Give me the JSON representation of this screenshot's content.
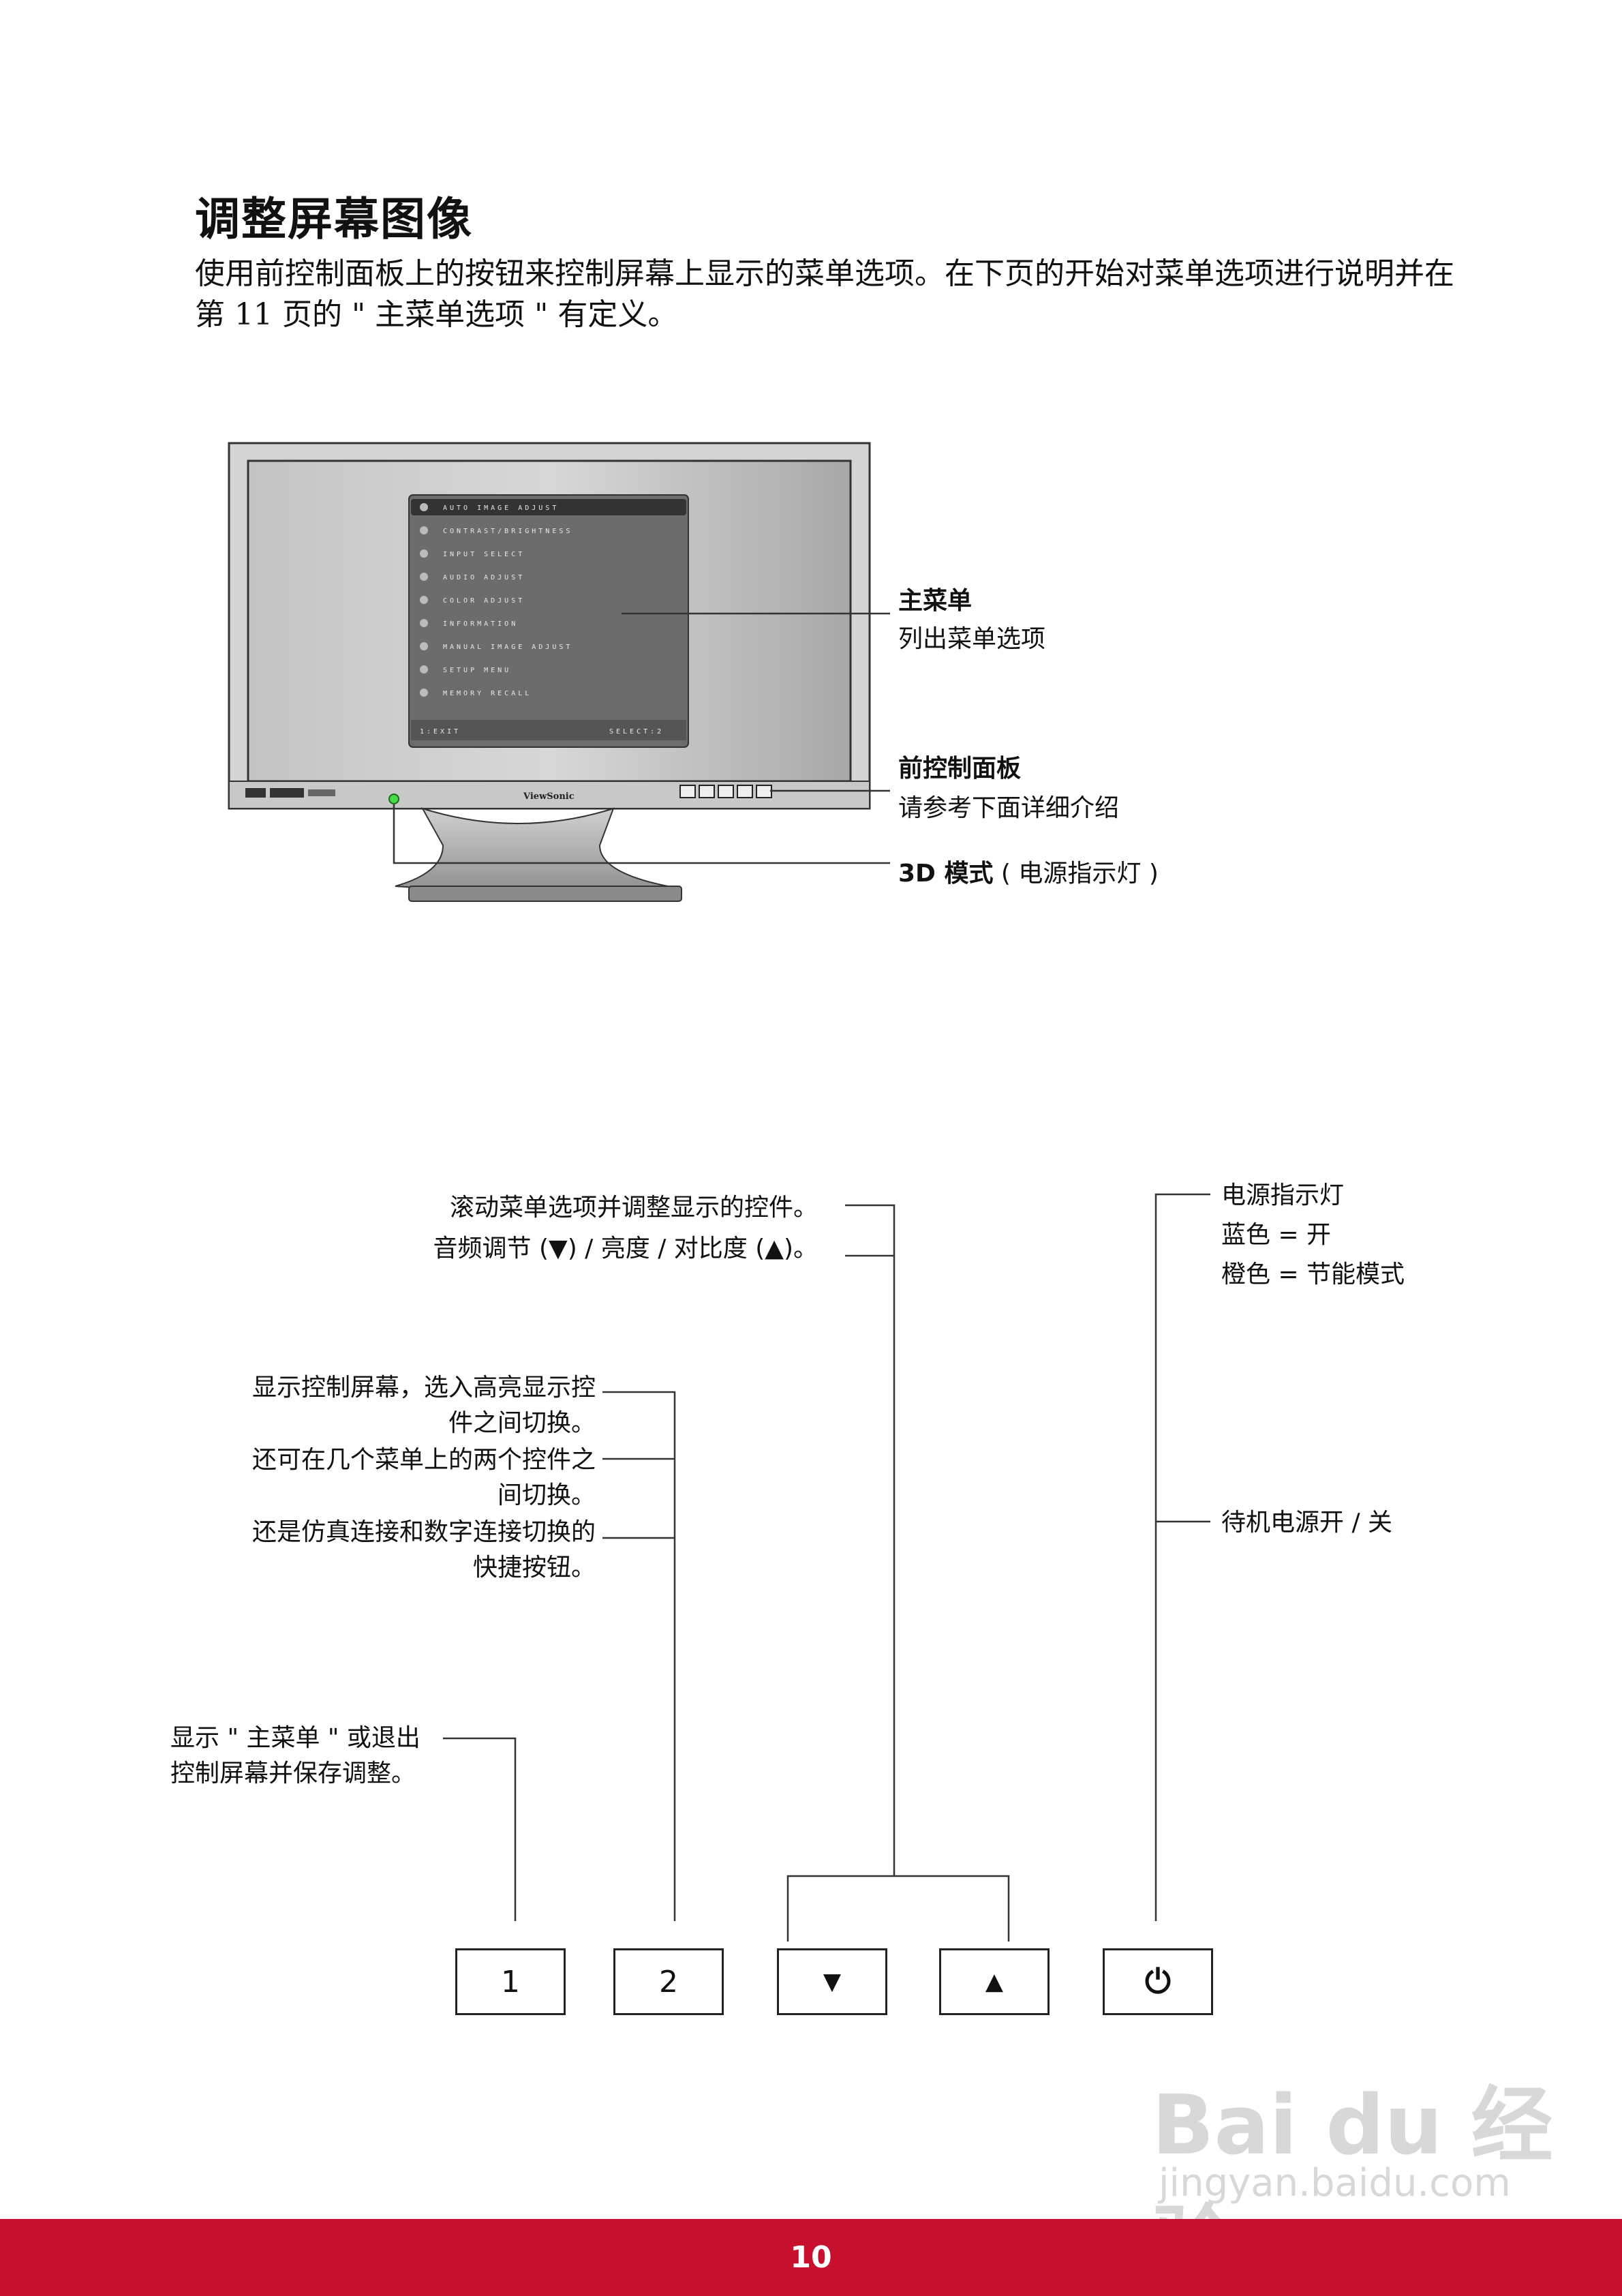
{
  "heading": "调整屏幕图像",
  "intro": "使用前控制面板上的按钮来控制屏幕上显示的菜单选项。在下页的开始对菜单选项进行说明并在第 11 页的 \" 主菜单选项 \" 有定义。",
  "monitor": {
    "brand": "ViewSonic",
    "osd_items": [
      "AUTO IMAGE ADJUST",
      "CONTRAST/BRIGHTNESS",
      "INPUT SELECT",
      "AUDIO ADJUST",
      "COLOR ADJUST",
      "INFORMATION",
      "MANUAL IMAGE ADJUST",
      "SETUP MENU",
      "MEMORY RECALL"
    ],
    "osd_footer_left": "1:EXIT",
    "osd_footer_right": "SELECT:2"
  },
  "callouts": {
    "main_menu_title": "主菜单",
    "main_menu_desc": "列出菜单选项",
    "front_panel_title": "前控制面板",
    "front_panel_desc": "请参考下面详细介绍",
    "mode_title": "3D 模式",
    "mode_desc": "( 电源指示灯 )"
  },
  "annotations": {
    "scroll_line1": "滚动菜单选项并调整显示的控件。",
    "scroll_line2": "音频调节 (▼) / 亮度 / 对比度 (▲)。",
    "power_line1": "电源指示灯",
    "power_line2": "蓝色 = 开",
    "power_line3": "橙色 = 节能模式",
    "standby": "待机电源开 / 关",
    "btn2_a1": "显示控制屏幕，选入高亮显示控",
    "btn2_a2": "件之间切换。",
    "btn2_b1": "还可在几个菜单上的两个控件之",
    "btn2_b2": "间切换。",
    "btn2_c1": "还是仿真连接和数字连接切换的",
    "btn2_c2": "快捷按钮。",
    "btn1_line1": "显示 \" 主菜单 \" 或退出",
    "btn1_line2": "控制屏幕并保存调整。"
  },
  "buttons": [
    {
      "label": "1"
    },
    {
      "label": "2"
    },
    {
      "label": "▼"
    },
    {
      "label": "▲"
    },
    {
      "label": "⏻"
    }
  ],
  "page_number": "10",
  "watermark": {
    "brand": "Bai du 经验",
    "url": "jingyan.baidu.com"
  }
}
